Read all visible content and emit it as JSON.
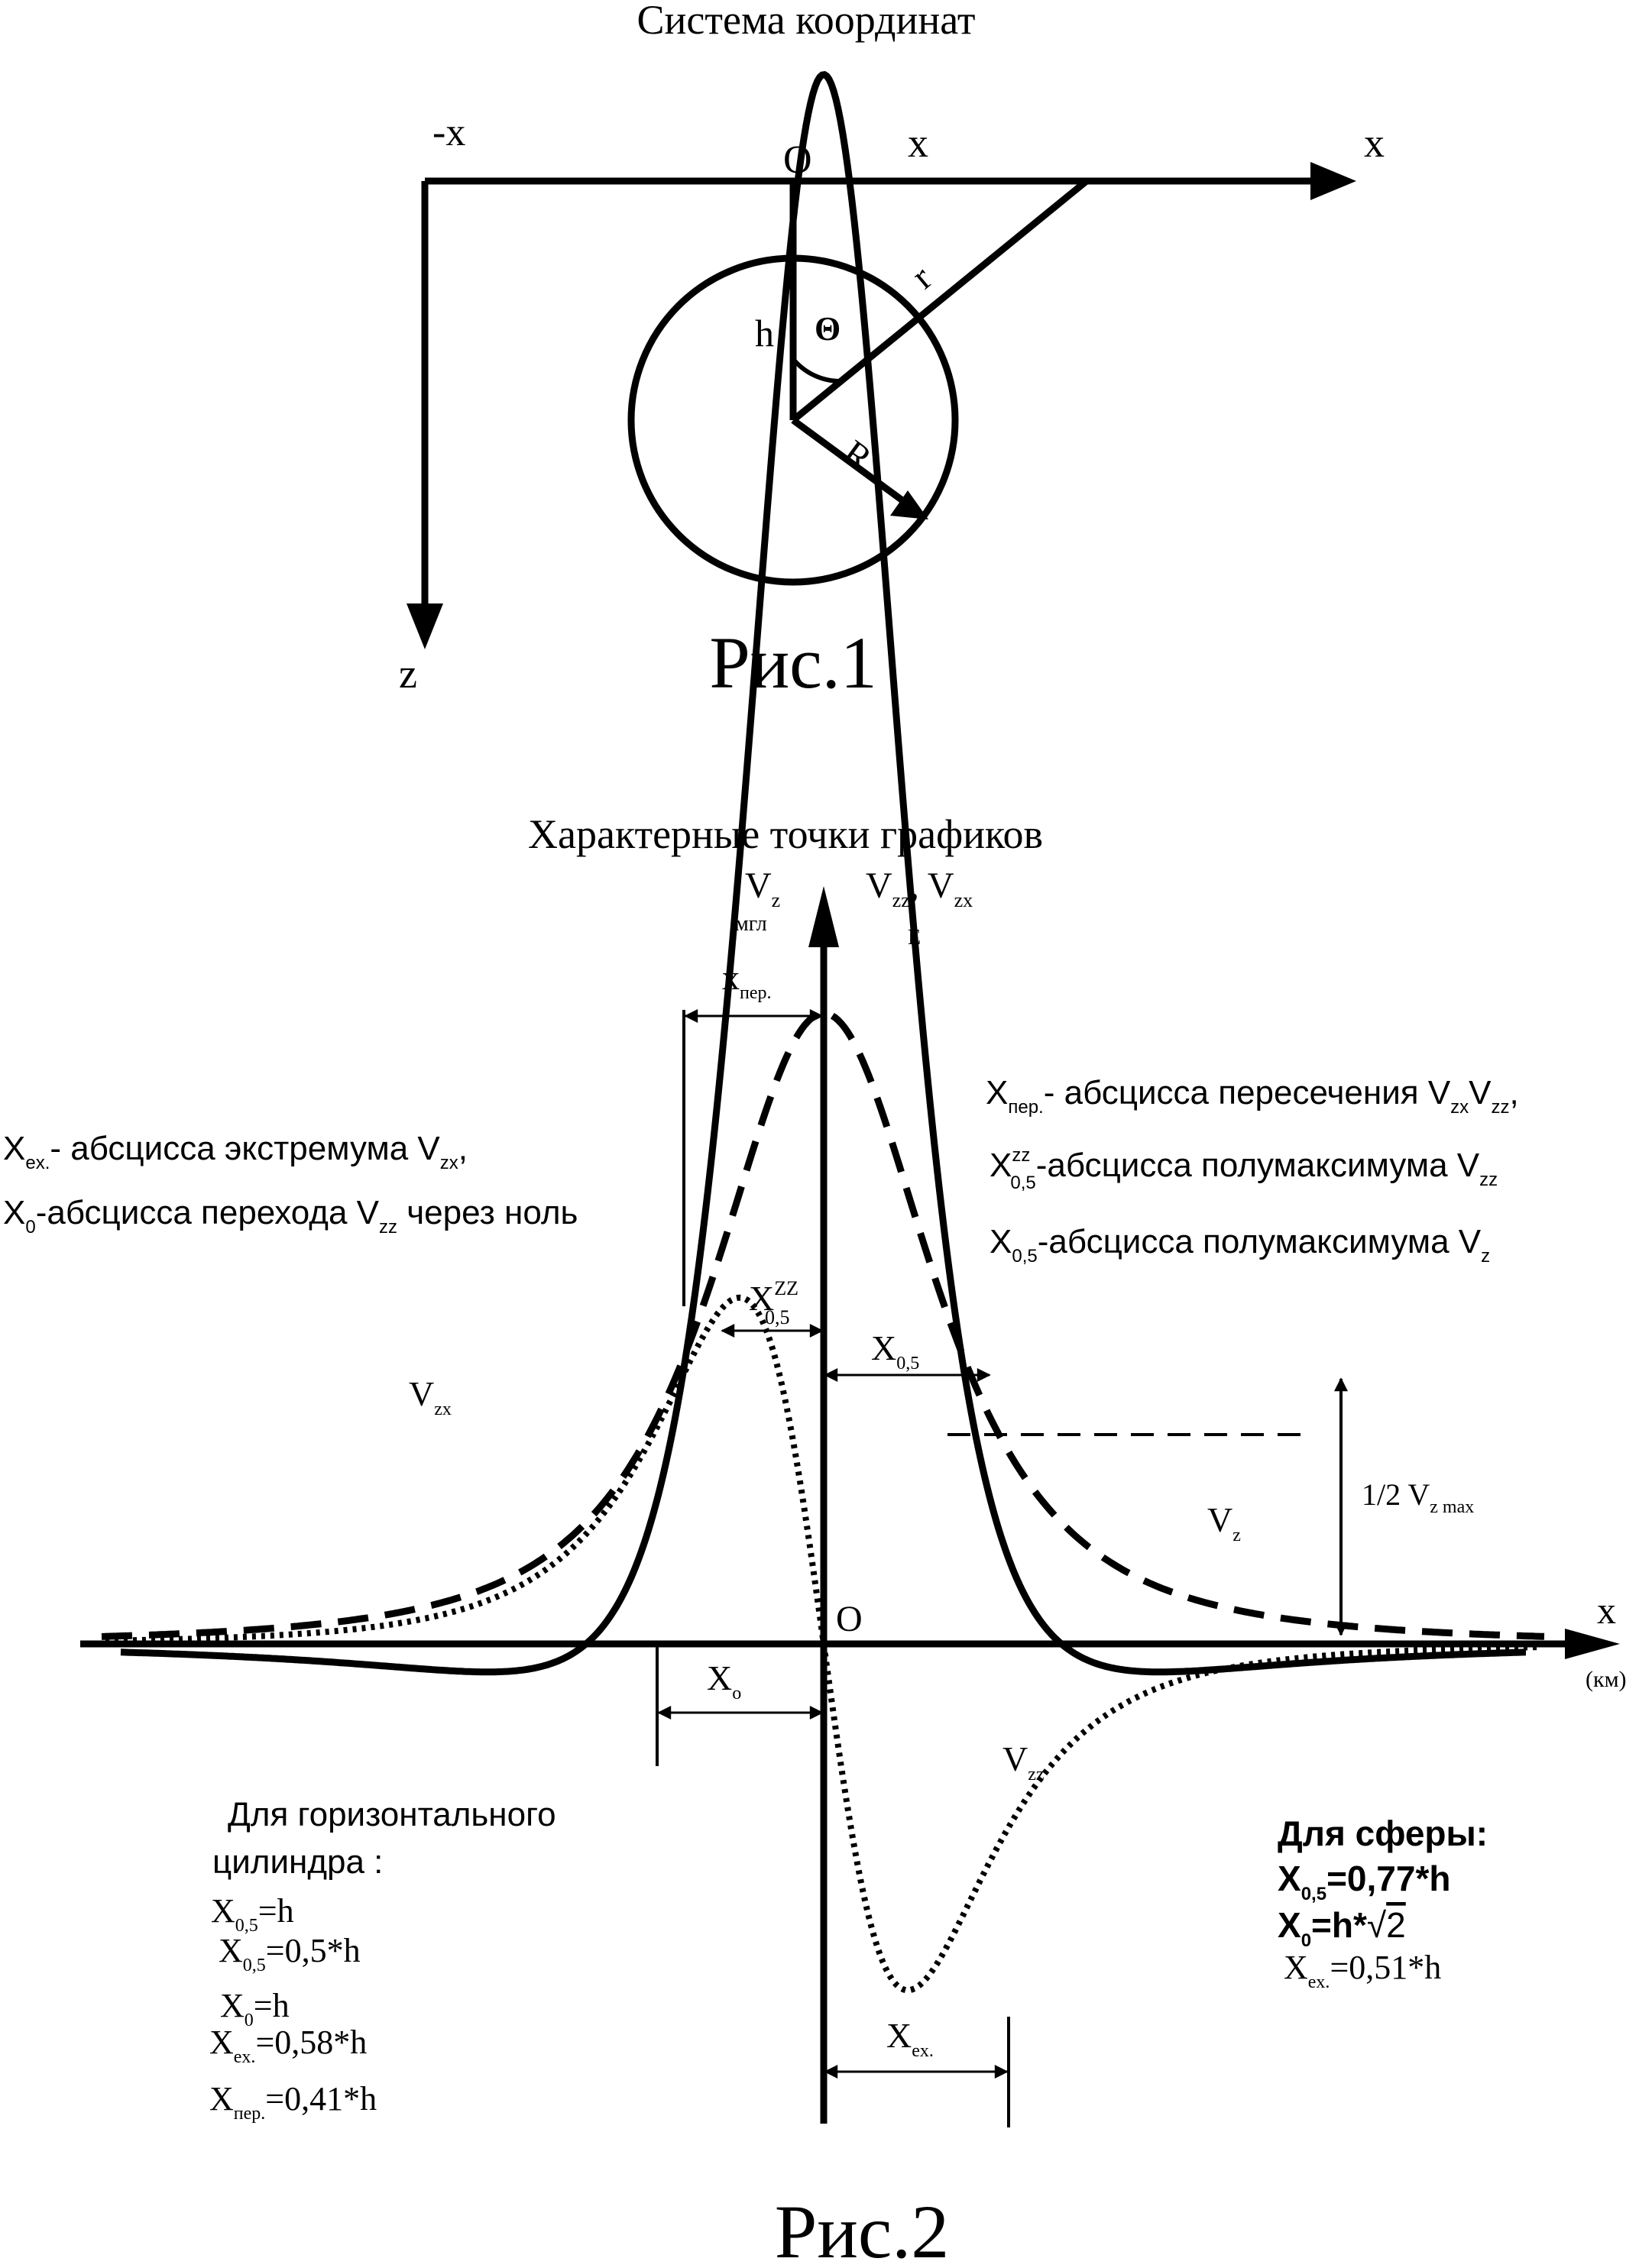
{
  "fig1": {
    "title": "Система координат",
    "caption": "Рис.1",
    "neg_x_label": "-x",
    "origin_label": "O",
    "x_mid_label": "x",
    "x_axis_label": "x",
    "z_axis_label": "z",
    "h_label": "h",
    "theta_label": "Θ",
    "r_label": "r",
    "R_label": "R"
  },
  "fig2": {
    "title": "Характерные точки графиков",
    "caption": "Рис.2",
    "left_axis": {
      "main": "V",
      "sub": "z",
      "unit": "мгл"
    },
    "right_axis": {
      "main": "V",
      "sub1": "zz",
      "sep": ", V",
      "sub2": "zx",
      "unit": "E"
    },
    "origin_label": "O",
    "x_axis_label": "x",
    "x_unit": "(км)",
    "curve_labels": {
      "vzx": {
        "main": "V",
        "sub": "zx"
      },
      "vz": {
        "main": "V",
        "sub": "z"
      },
      "vzz": {
        "main": "V",
        "sub": "zz"
      }
    },
    "markers": {
      "xper": {
        "main": "x",
        "sub": "пер."
      },
      "x05zz": {
        "main": "X",
        "sub": "0,5",
        "sup": "ZZ"
      },
      "x05": {
        "main": "X",
        "sub": "0,5"
      },
      "x0": {
        "main": "X",
        "sub": "o"
      },
      "xex": {
        "main": "X",
        "sub": "ex."
      },
      "half_vz": {
        "prefix": "1/2 V",
        "sub": "z max"
      }
    },
    "legend_left": [
      {
        "main": "X",
        "sub": "ex.",
        "text": "- абсцисса экстремума V",
        "sub2": "zx",
        "tail": ","
      },
      {
        "main": "X",
        "sub": "0",
        "text": "-абсцисса перехода V",
        "sub2": "zz",
        "tail": " через ноль"
      }
    ],
    "legend_right": [
      {
        "main": "X",
        "sub": "пер.",
        "text": "- абсцисса пересечения V",
        "sub2": "zx",
        "mid": "V",
        "sub3": "zz",
        "tail": ","
      },
      {
        "main": "X",
        "sub": "0,5",
        "sup": "zz",
        "text": "-абсцисса полумаксимума V",
        "sub2": "zz"
      },
      {
        "main": "X",
        "sub": "0,5",
        "text": "-абсцисса полумаксимума V",
        "sub2": "z"
      }
    ],
    "cylinder": {
      "title_line1": "Для горизонтального",
      "title_line2": "цилиндра :",
      "rows": [
        {
          "main": "X",
          "sub": "0,5",
          "value": "=h"
        },
        {
          "main": "X",
          "sub": "0,5",
          "value": "=0,5*h"
        },
        {
          "main": "X",
          "sub": "0",
          "value": "=h"
        },
        {
          "main": "X",
          "sub": "ex.",
          "value": "=0,58*h"
        },
        {
          "main": "X",
          "sub": "пер.",
          "value": "=0,41*h"
        }
      ]
    },
    "sphere": {
      "title": "Для сферы:",
      "rows": [
        {
          "main": "X",
          "sub": "0,5",
          "value": "=0,77*h"
        },
        {
          "main": "X",
          "sub": "0",
          "value": "=h*",
          "radical": "2"
        },
        {
          "main": "X",
          "sub": "ex.",
          "value": "=0,51*h"
        }
      ]
    }
  }
}
